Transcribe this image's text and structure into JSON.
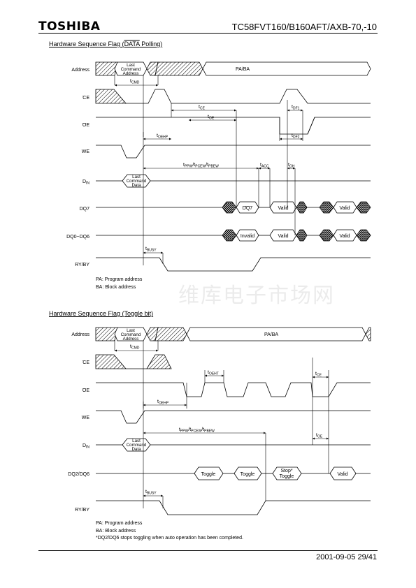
{
  "header": {
    "logo": "TOSHIBA",
    "doc_id": "TC58FVT160/B160AFT/AXB-70,-10"
  },
  "footer": {
    "page_info": "2001-09-05 29/41"
  },
  "watermark": "维库电子市场网",
  "diagram1": {
    "title_prefix": "Hardware Sequence Flag (",
    "title_overline": "DATA",
    "title_suffix": " Polling)",
    "signals": {
      "address": "Address",
      "ce": "CE",
      "oe": "OE",
      "we": "WE",
      "din_main": "D",
      "din_sub": "IN",
      "dq7": "DQ7",
      "dq06": "DQ0~DQ6",
      "ry": "RY/",
      "by": "BY"
    },
    "bus": {
      "last_cmd_addr": [
        "Last",
        "Command",
        "Address"
      ],
      "pa_ba": "PA/BA",
      "last_cmd_data": [
        "Last",
        "Command",
        "Data"
      ],
      "dq7_bar": "DQ7",
      "valid": "Valid",
      "invalid": "Invalid"
    },
    "timing": {
      "cmd": [
        "t",
        "CMD"
      ],
      "ce": [
        "t",
        "CE"
      ],
      "oe": [
        "t",
        "OE"
      ],
      "df1": [
        "t",
        "DF1"
      ],
      "df2": [
        "t",
        "DF2"
      ],
      "oehp": [
        "t",
        "OEHP"
      ],
      "ppw": [
        "t",
        "PPW",
        "/t",
        "PCEW",
        "/t",
        "PBEW"
      ],
      "acc": [
        "t",
        "ACC"
      ],
      "oh": [
        "t",
        "OH"
      ],
      "busy": [
        "t",
        "BUSY"
      ]
    },
    "notes": [
      "PA: Program address",
      "BA: Block address"
    ]
  },
  "diagram2": {
    "title": "Hardware Sequence Flag (Toggle bit)",
    "signals": {
      "address": "Address",
      "ce": "CE",
      "oe": "OE",
      "we": "WE",
      "din_main": "D",
      "din_sub": "IN",
      "dq26": "DQ2/DQ6",
      "ry": "RY/",
      "by": "BY"
    },
    "bus": {
      "last_cmd_addr": [
        "Last",
        "Command",
        "Address"
      ],
      "pa_ba": "PA/BA",
      "last_cmd_data": [
        "Last",
        "Command",
        "Data"
      ],
      "toggle": "Toggle",
      "stop_toggle": [
        "Stop*",
        "Toggle"
      ],
      "valid": "Valid"
    },
    "timing": {
      "cmd": [
        "t",
        "CMD"
      ],
      "oeht": [
        "t",
        "OEHT"
      ],
      "ce": [
        "t",
        "CE"
      ],
      "oehp": [
        "t",
        "OEHP"
      ],
      "ppw": [
        "t",
        "PPW",
        "/t",
        "PCEW",
        "/t",
        "PBEW"
      ],
      "oe": [
        "t",
        "OE"
      ],
      "busy": [
        "t",
        "BUSY"
      ]
    },
    "notes": [
      "PA: Program address",
      "BA: Block address",
      "*DQ2/DQ6 stops toggling when auto operation has been completed."
    ]
  }
}
